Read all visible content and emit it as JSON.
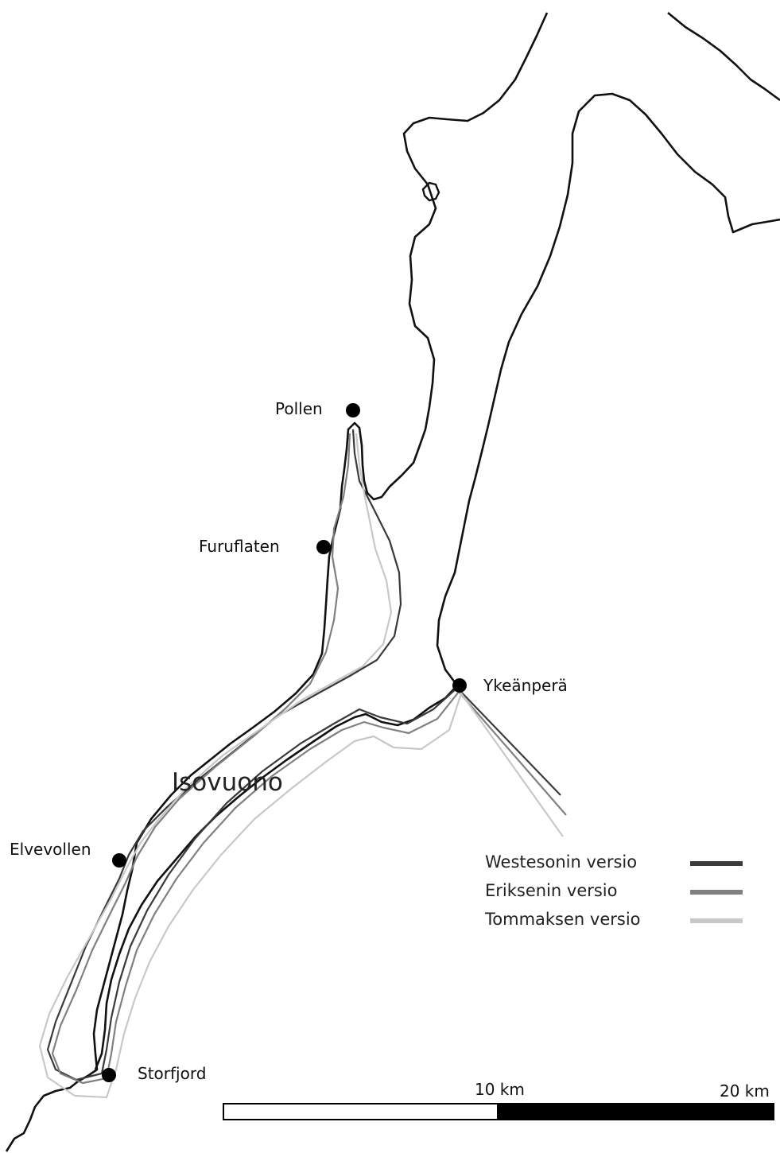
{
  "places": {
    "pollen": "Pollen",
    "furuflaten": "Furuflaten",
    "ykeanpera": "Ykeänperä",
    "elvevollen": "Elvevollen",
    "storfjord": "Storfjord"
  },
  "water_label": "Isovuono",
  "legend": [
    {
      "label": "Westesonin versio",
      "color": "#3a3a3a"
    },
    {
      "label": "Eriksenin versio",
      "color": "#808080"
    },
    {
      "label": "Tommaksen versio",
      "color": "#c8c8c8"
    }
  ],
  "scale": {
    "mid_label": "10 km",
    "end_label": "20 km"
  },
  "colors": {
    "coast": "#111111",
    "route_westeson": "#3a3a3a",
    "route_eriksen": "#808080",
    "route_tommas": "#c8c8c8"
  }
}
